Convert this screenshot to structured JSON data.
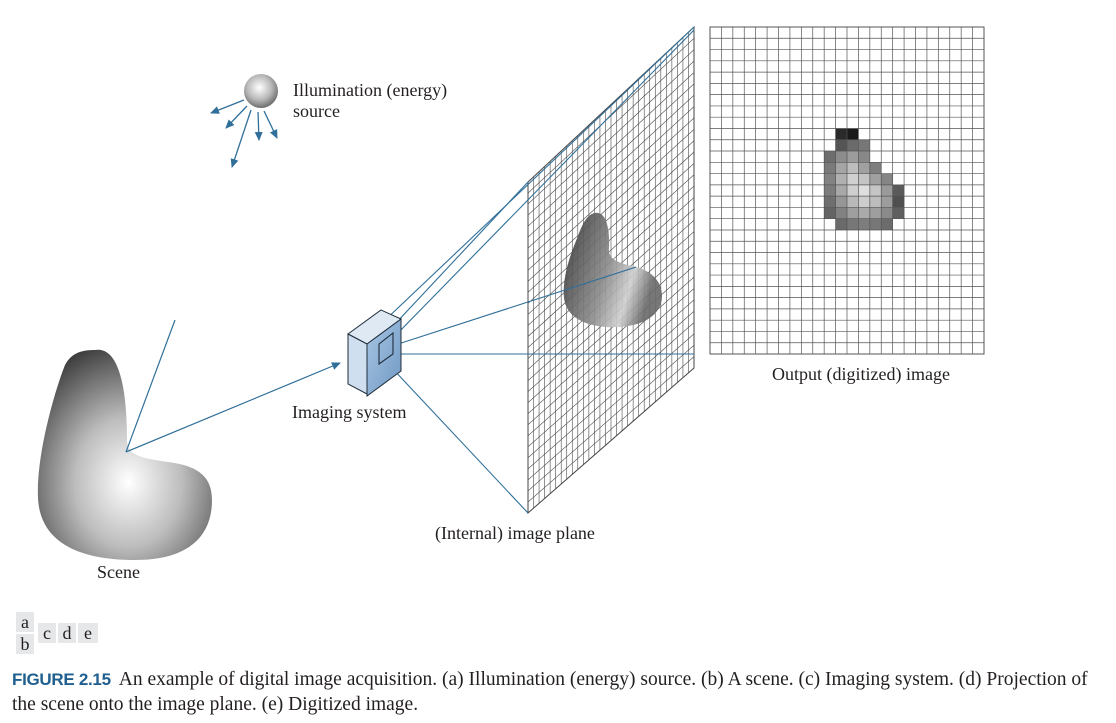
{
  "labels": {
    "illumination_line1": "Illumination (energy)",
    "illumination_line2": "source",
    "imaging_system": "Imaging system",
    "image_plane": "(Internal) image plane",
    "output_image": "Output (digitized) image",
    "scene": "Scene"
  },
  "panel_key": {
    "a": "a",
    "b": "b",
    "c": "c",
    "d": "d",
    "e": "e"
  },
  "caption": {
    "label": "FIGURE 2.15",
    "text": "An example of digital image acquisition. (a) Illumination (energy) source. (b) A scene. (c) Imaging system. (d) Projection of the scene onto the image plane. (e) Digitized image."
  },
  "colors": {
    "accent": "#2f6f99",
    "caption_label": "#1f5f8f",
    "grid_line": "#555555",
    "key_bg": "#e6e7e8"
  }
}
